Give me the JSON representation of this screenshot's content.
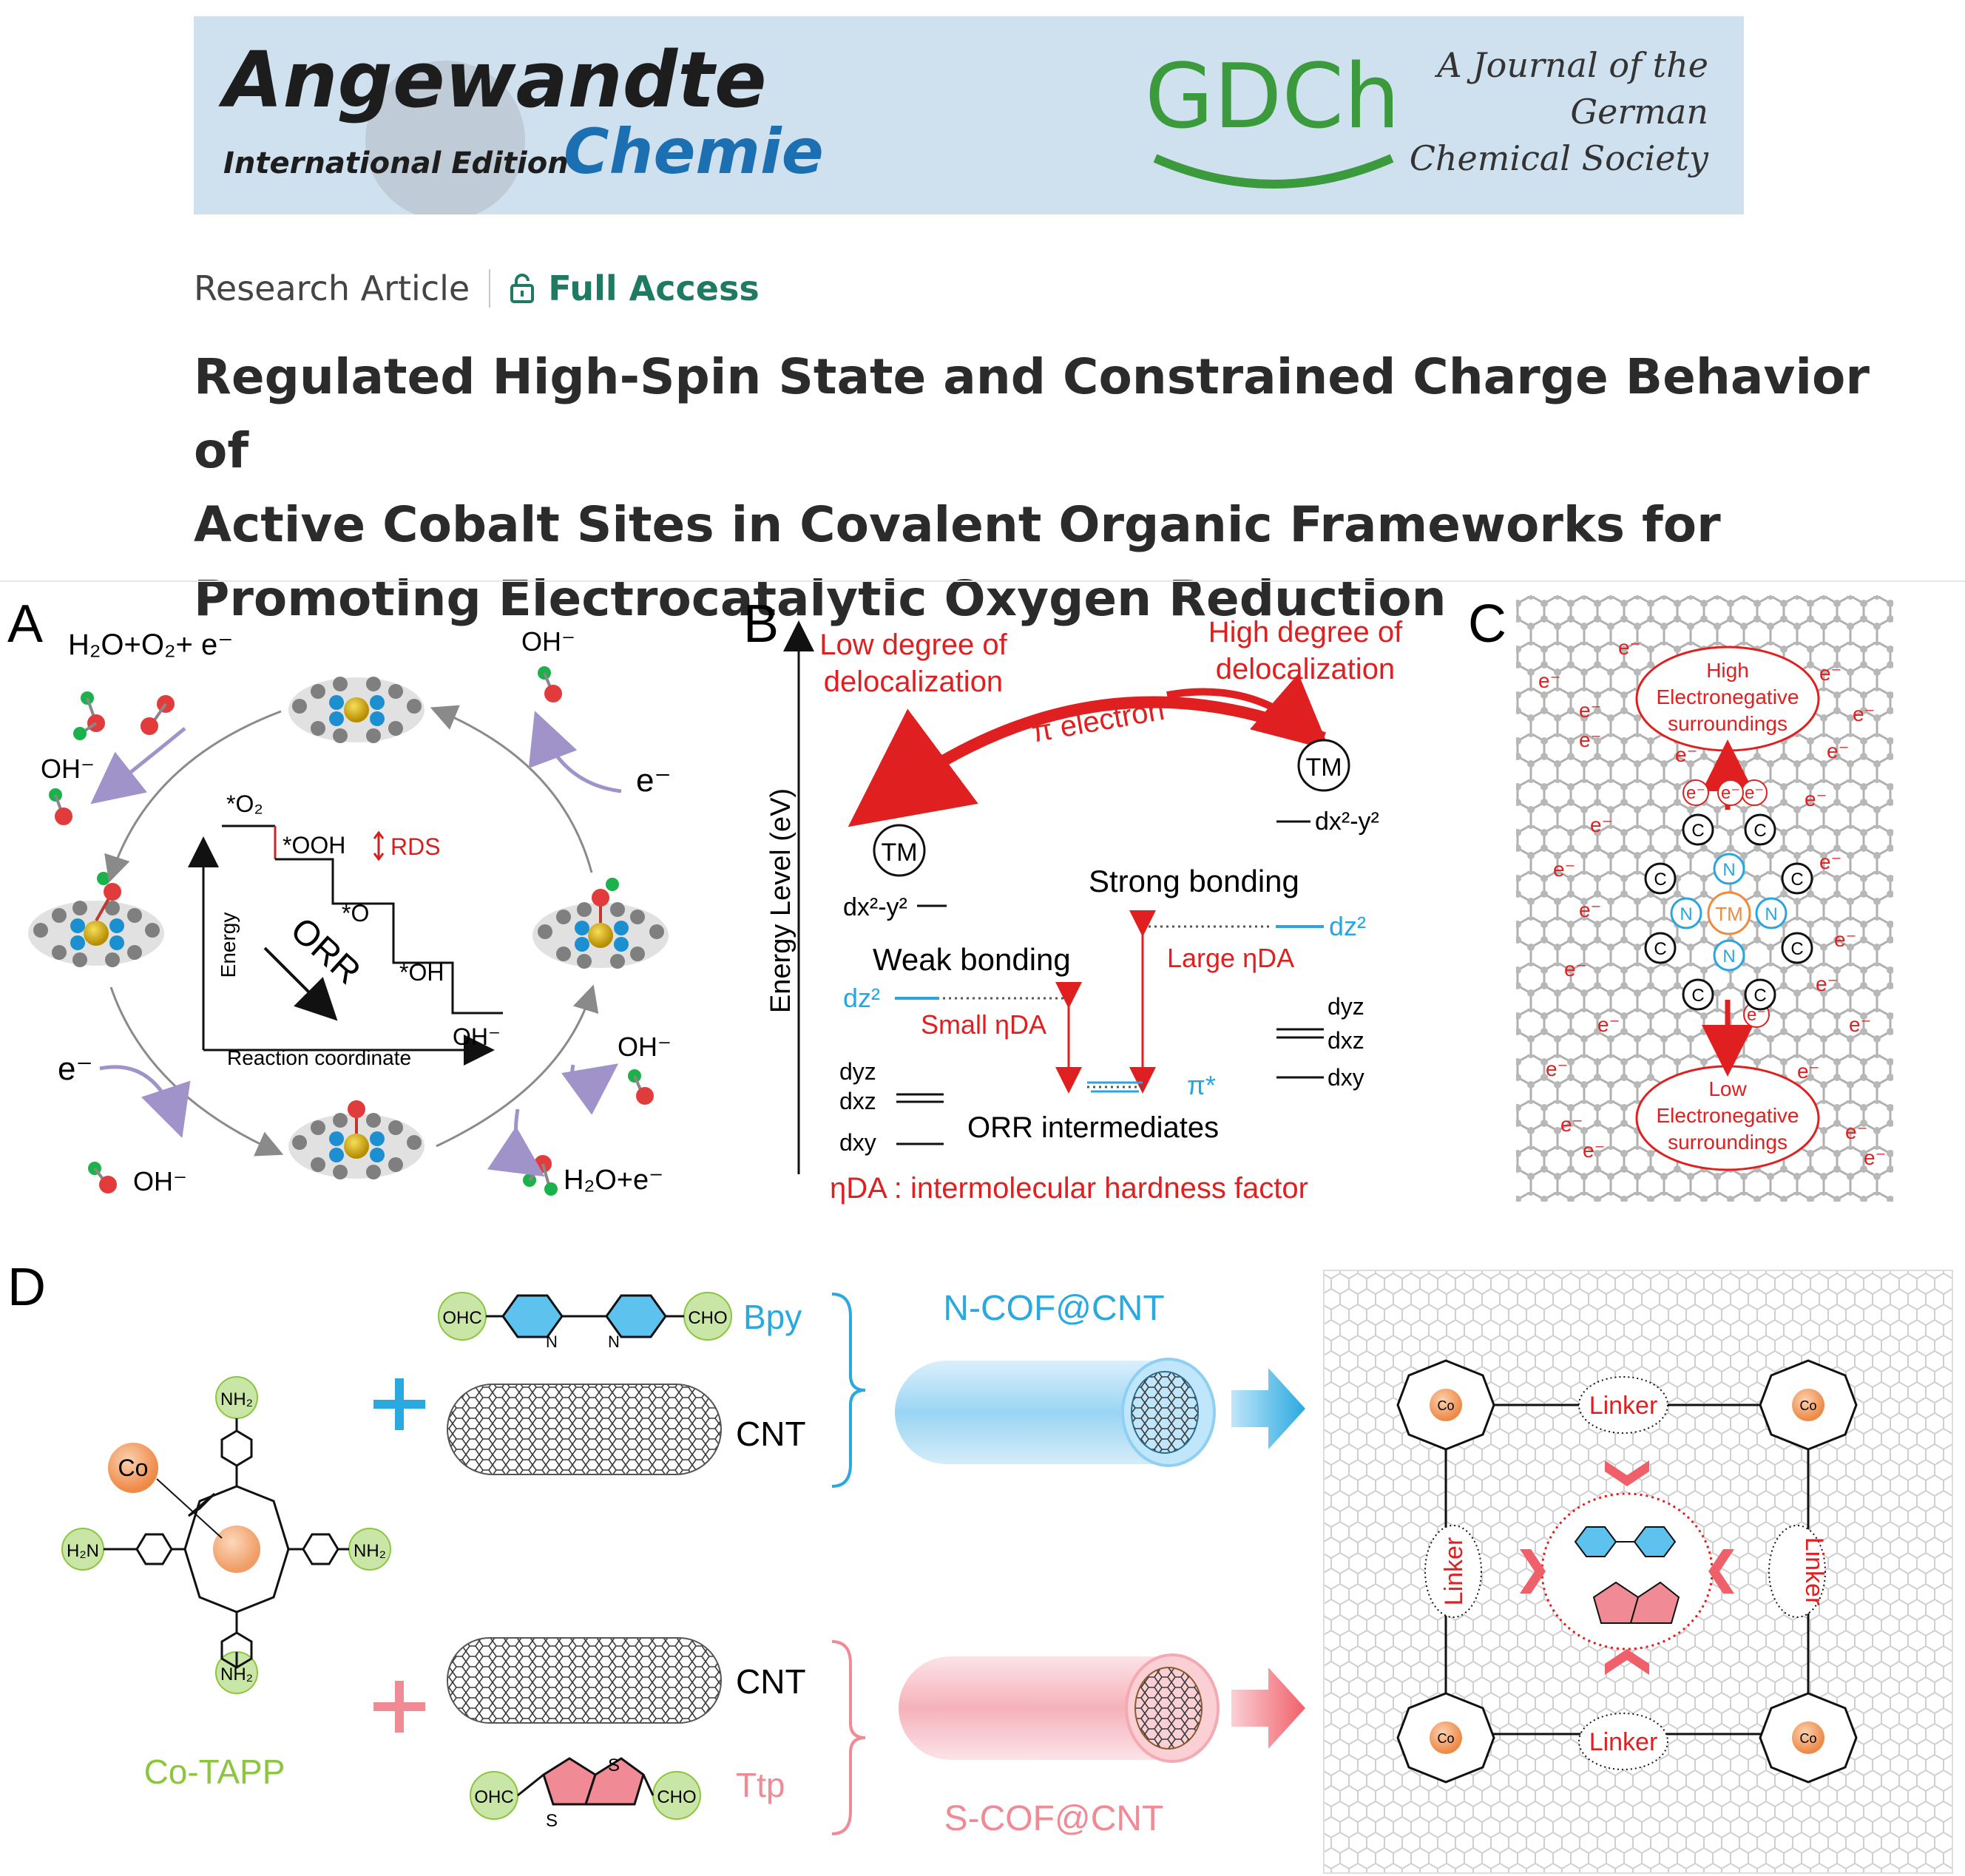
{
  "banner": {
    "journal_line1": "Angewandte",
    "journal_line2": "Chemie",
    "edition": "International Edition",
    "society_logo": "GDCh",
    "society_line1": "A Journal of the",
    "society_line2": "German",
    "society_line3": "Chemical Society",
    "colors": {
      "banner_bg": "#cfe0ef",
      "gdch_green": "#3a9a3c",
      "chemie_blue": "#1c6fb0"
    }
  },
  "article": {
    "type": "Research Article",
    "access": "Full Access",
    "access_icon": "lock-open-icon",
    "title_lines": [
      "Regulated High-Spin State and Constrained Charge Behavior of",
      "Active Cobalt Sites in Covalent Organic Frameworks for",
      "Promoting Electrocatalytic Oxygen Reduction"
    ]
  },
  "figure": {
    "panelA": {
      "letter": "A",
      "products_top": "H₂O+O₂+ e⁻",
      "oh_top_left": "OH⁻",
      "oh_top_right": "OH⁻",
      "e_right": "e⁻",
      "e_left": "e⁻",
      "oh_bottom_left": "OH⁻",
      "oh_bottom_right": "OH⁻",
      "products_bottom": "H₂O+e⁻",
      "o2": "*O₂",
      "ooh": "*OOH",
      "rds": "RDS",
      "o": "*O",
      "oh_step": "*OH",
      "oh_final": "OH⁻",
      "energy_label": "Energy",
      "orr_label": "ORR",
      "coord_label": "Reaction coordinate"
    },
    "panelB": {
      "letter": "B",
      "ylabel": "Energy Level (eV)",
      "low_deloc_1": "Low degree of",
      "low_deloc_2": "delocalization",
      "high_deloc_1": "High degree of",
      "high_deloc_2": "delocalization",
      "pi_electron": "π electron",
      "tm": "TM",
      "dx2y2": "dx²-y²",
      "dz2": "dz²",
      "dyz": "dyz",
      "dxz": "dxz",
      "dxy": "dxy",
      "weak": "Weak bonding",
      "strong": "Strong bonding",
      "small_eta": "Small ηDA",
      "large_eta": "Large ηDA",
      "pi_star": "π*",
      "orr_int": "ORR intermediates",
      "eta_def": "ηDA : intermolecular hardness factor"
    },
    "panelC": {
      "letter": "C",
      "high_1": "High",
      "high_2": "Electronegative",
      "high_3": "surroundings",
      "low_1": "Low",
      "low_2": "Electronegative",
      "low_3": "surroundings",
      "tm": "TM",
      "n": "N",
      "c": "C",
      "e": "e⁻"
    },
    "panelD": {
      "letter": "D",
      "co": "Co",
      "nh2": "NH₂",
      "h2n": "H₂N",
      "co_tapp": "Co-TAPP",
      "ohc": "OHC",
      "cho": "CHO",
      "bpy": "Bpy",
      "ttp": "Ttp",
      "cnt": "CNT",
      "ncof": "N-COF@CNT",
      "scof": "S-COF@CNT",
      "linker": "Linker",
      "colors": {
        "blue": "#2aa9e0",
        "red": "#e8424a",
        "pink": "#f08a94",
        "green": "#8cc63f",
        "orange": "#f4a66a"
      }
    }
  }
}
